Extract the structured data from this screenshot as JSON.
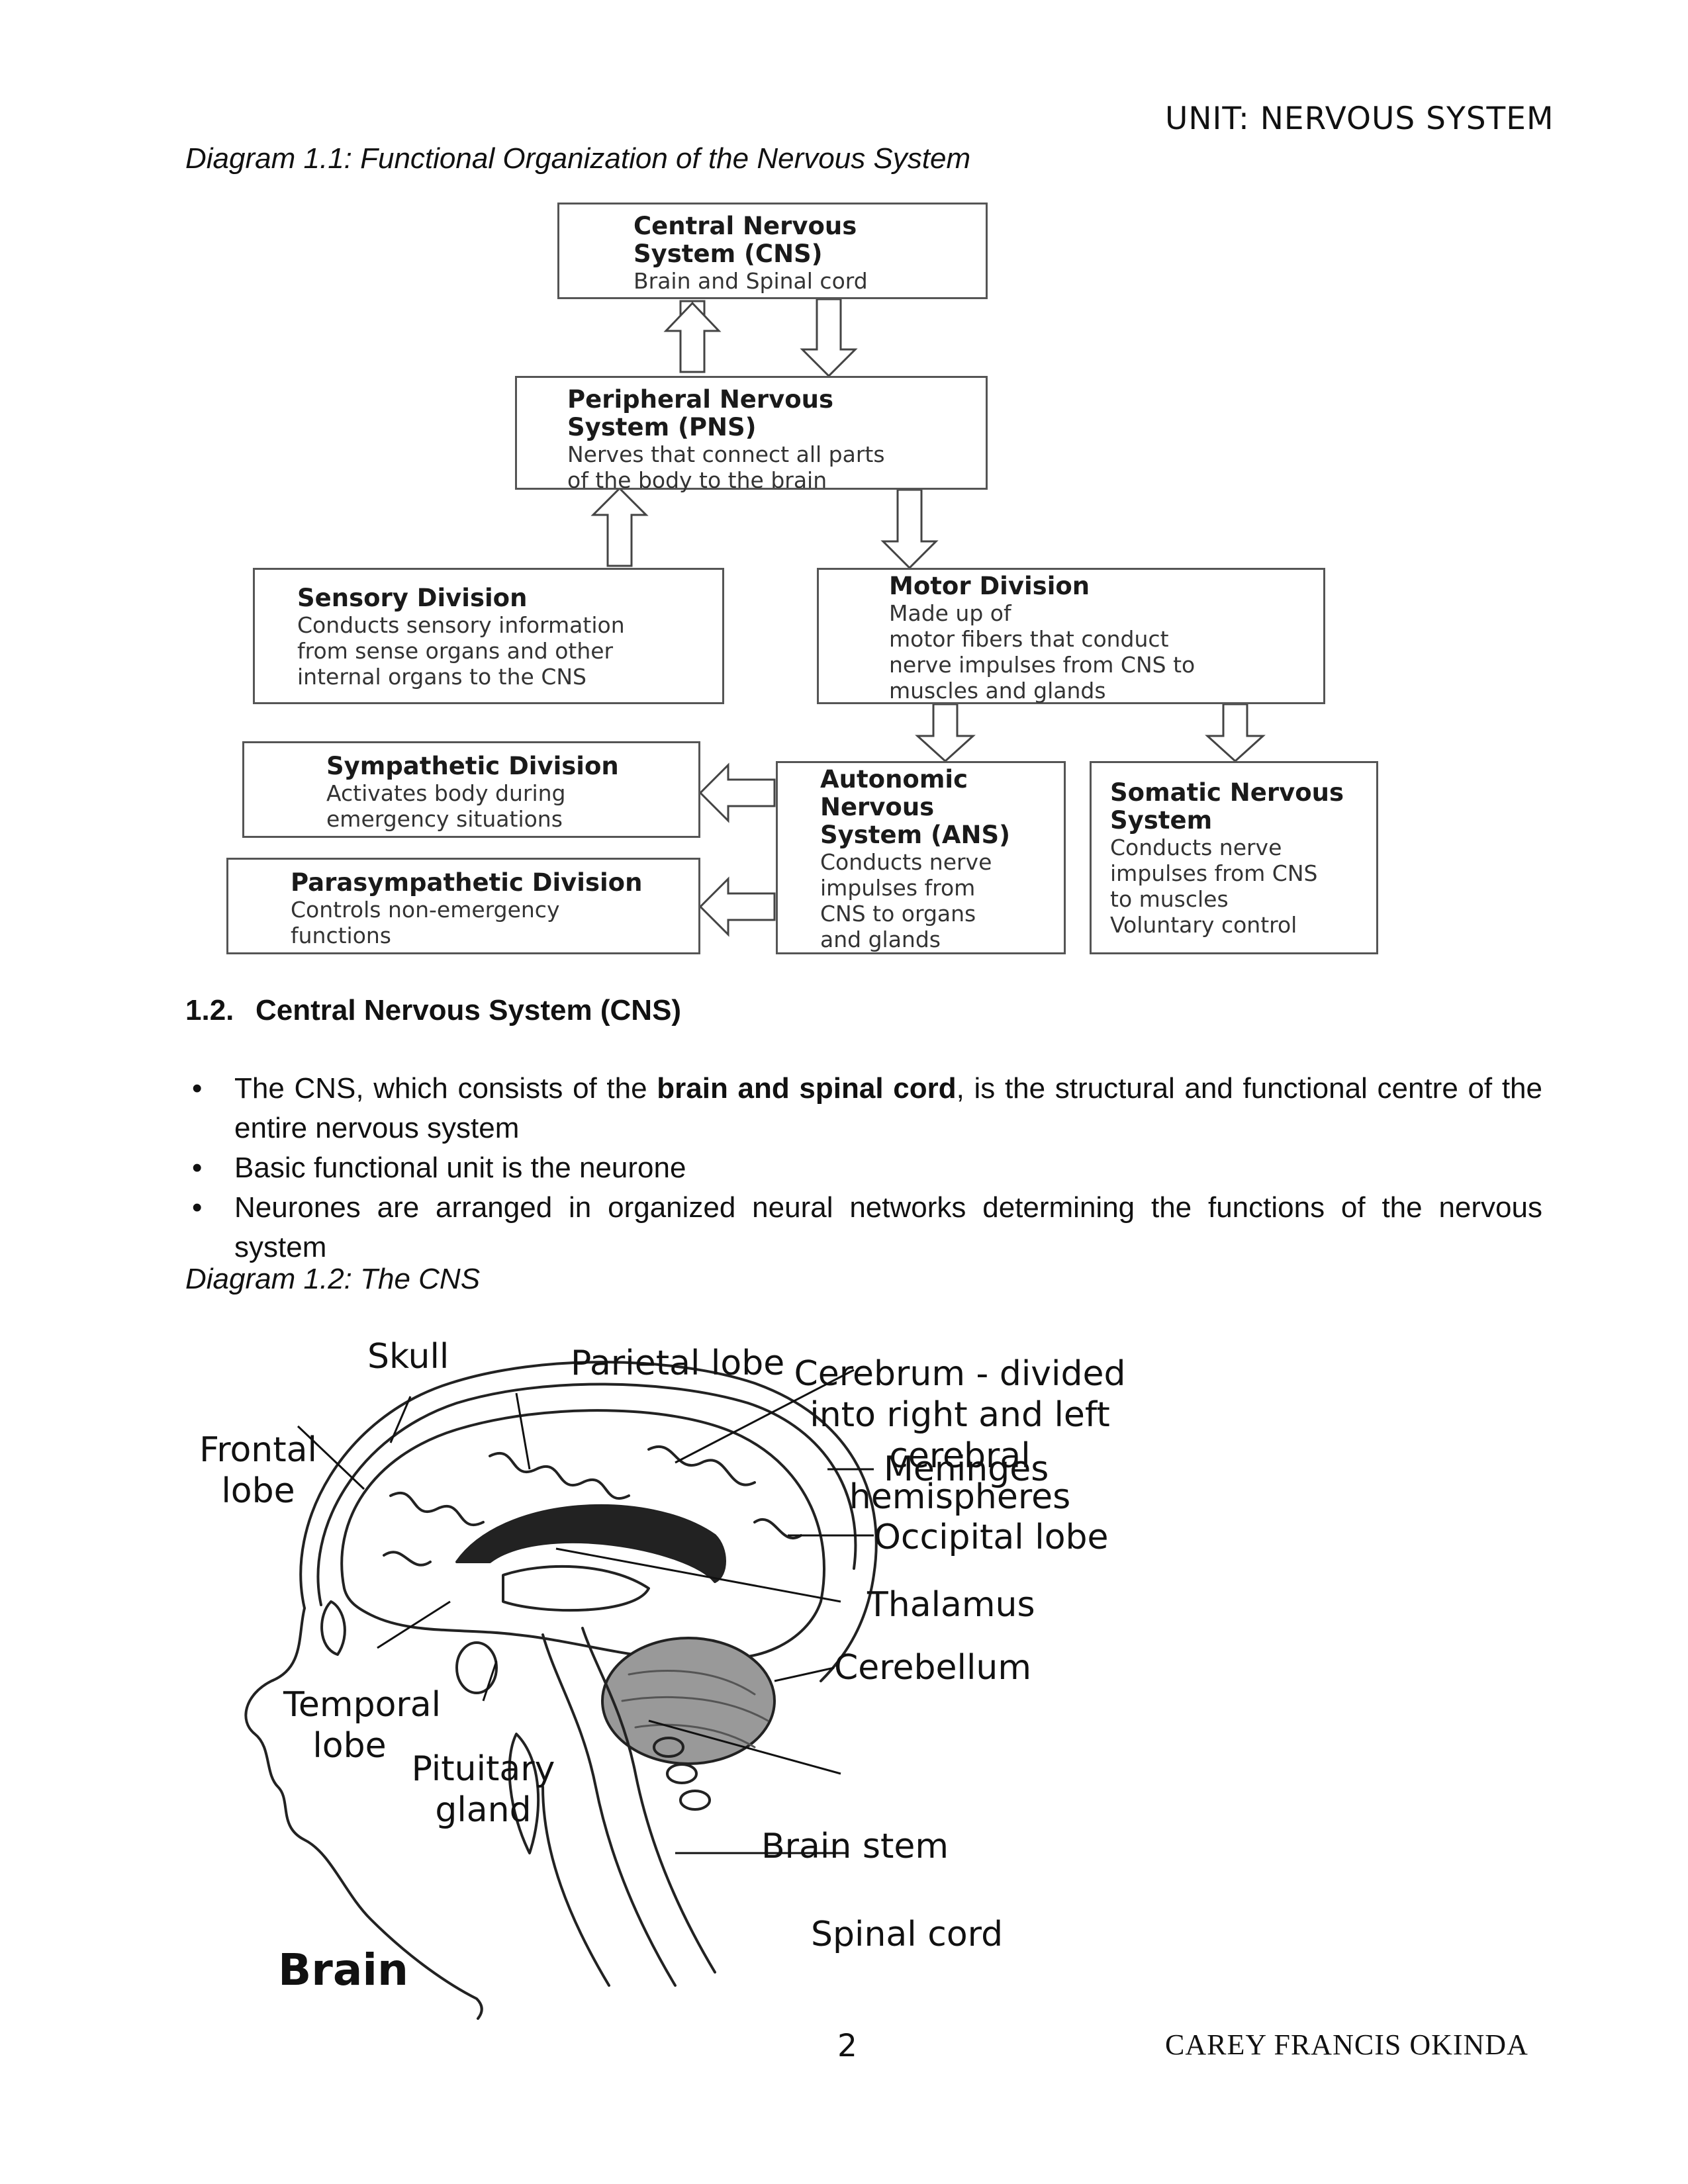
{
  "header": {
    "unit": "UNIT: NERVOUS SYSTEM"
  },
  "diagram1": {
    "caption": "Diagram 1.1: Functional Organization of the Nervous System",
    "cns": {
      "title": [
        "Central Nervous",
        "System (CNS)"
      ],
      "desc": [
        "Brain and Spinal cord"
      ]
    },
    "pns": {
      "title": [
        "Peripheral Nervous",
        "System (PNS)"
      ],
      "desc": [
        "Nerves that connect all parts",
        "of the body to the brain"
      ]
    },
    "sensory": {
      "title": [
        "Sensory Division"
      ],
      "desc": [
        "Conducts sensory information",
        "from sense organs and other",
        "internal organs to the CNS"
      ]
    },
    "motor": {
      "title": [
        "Motor Division"
      ],
      "desc": [
        "Made up of",
        "motor fibers that conduct",
        "nerve impulses from CNS to",
        "muscles and glands"
      ]
    },
    "sympathetic": {
      "title": [
        "Sympathetic Division"
      ],
      "desc": [
        "Activates body during",
        "emergency situations"
      ]
    },
    "parasympathetic": {
      "title": [
        "Parasympathetic Division"
      ],
      "desc": [
        "Controls non-emergency",
        "functions"
      ]
    },
    "ans": {
      "title": [
        "Autonomic",
        "Nervous",
        "System (ANS)"
      ],
      "desc": [
        "Conducts nerve",
        "impulses from",
        "CNS to organs",
        "and glands"
      ]
    },
    "somatic": {
      "title": [
        "Somatic Nervous",
        "System"
      ],
      "desc": [
        "Conducts nerve",
        "impulses from CNS",
        "to muscles",
        "Voluntary control"
      ]
    }
  },
  "section": {
    "number": "1.2.",
    "title": "Central Nervous System (CNS)",
    "bullets": [
      {
        "pre": "The CNS, which consists of the ",
        "bold": "brain and spinal cord",
        "post": ", is the structural and functional centre of the entire nervous system"
      },
      {
        "pre": "Basic functional unit is the neurone",
        "bold": "",
        "post": ""
      },
      {
        "pre": "Neurones are arranged in organized neural networks determining the functions of the nervous system",
        "bold": "",
        "post": ""
      }
    ]
  },
  "diagram2": {
    "caption": "Diagram 1.2: The CNS",
    "labels": {
      "skull": "Skull",
      "parietal": "Parietal lobe",
      "cerebrum": "Cerebrum - divided into right and left cerebral hemispheres",
      "frontal": "Frontal lobe",
      "meninges": "Meninges",
      "occipital": "Occipital lobe",
      "thalamus": "Thalamus",
      "temporal": "Temporal lobe",
      "cerebellum": "Cerebellum",
      "pituitary": "Pituitary gland",
      "brainstem": "Brain stem",
      "spinal": "Spinal cord",
      "brain": "Brain"
    }
  },
  "footer": {
    "page": "2",
    "author": "CAREY FRANCIS OKINDA"
  }
}
